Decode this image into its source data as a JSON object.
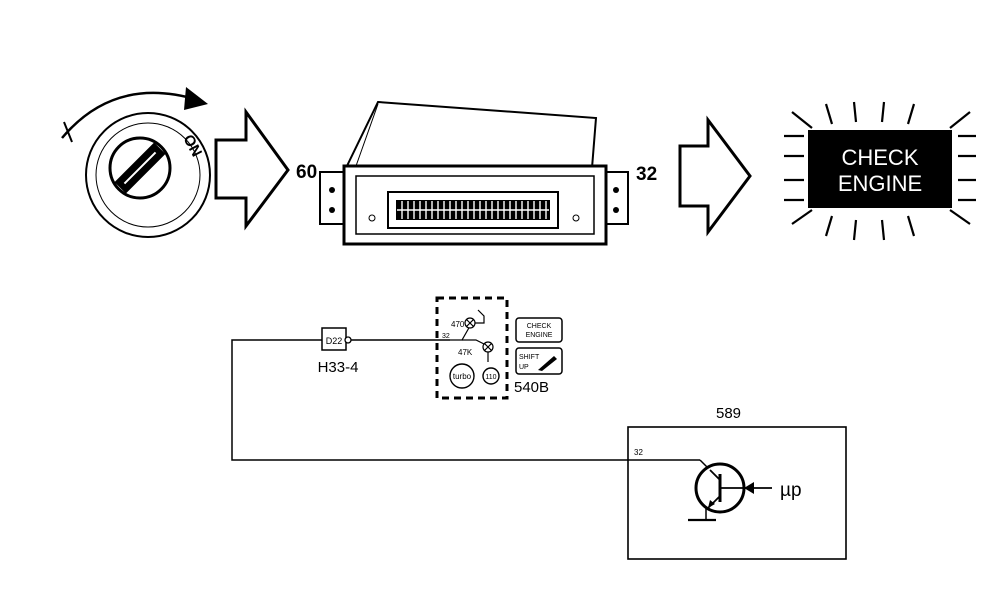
{
  "top_row": {
    "ignition_label": "ON",
    "pin_in": "60",
    "pin_out": "32",
    "lamp_line1": "CHECK",
    "lamp_line2": "ENGINE"
  },
  "instrument_panel": {
    "label": "540B",
    "pin": "32",
    "resistor_1": "470",
    "resistor_2": "47K",
    "check_engine_line1": "CHECK",
    "check_engine_line2": "ENGINE",
    "shift_up_line1": "SHIFT",
    "shift_up_line2": "UP",
    "turbo_label": "turbo",
    "gauge_label": "110"
  },
  "connector": {
    "pin": "D22",
    "label": "H33-4"
  },
  "control_unit": {
    "label": "589",
    "pin": "32",
    "input_label": "µp"
  },
  "colors": {
    "ink": "#000000",
    "paper": "#ffffff"
  }
}
